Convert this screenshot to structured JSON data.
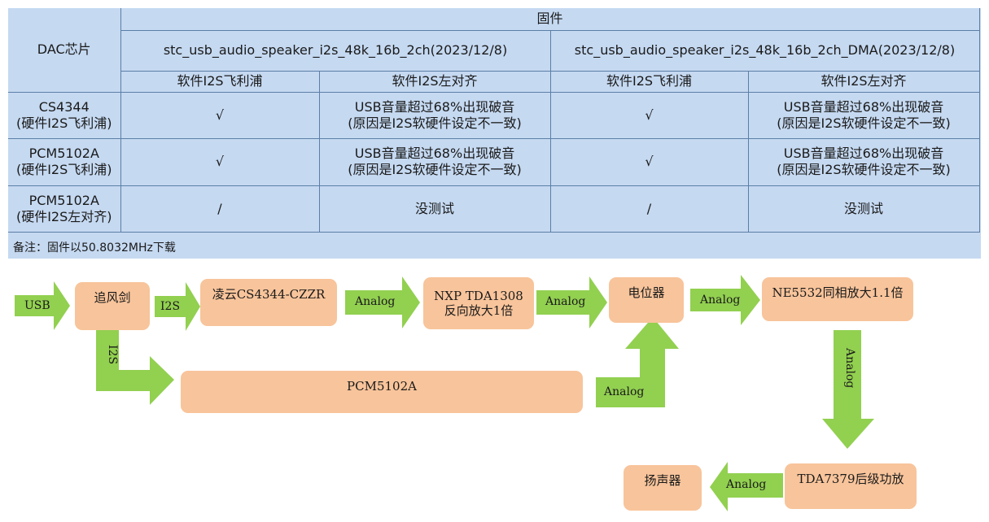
{
  "table": {
    "header": {
      "dac_label": "DAC芯片",
      "firmware_label": "固件",
      "fw1_name": "stc_usb_audio_speaker_i2s_48k_16b_2ch(2023/12/8)",
      "fw2_name": "stc_usb_audio_speaker_i2s_48k_16b_2ch_DMA(2023/12/8)",
      "sub1": "软件I2S飞利浦",
      "sub2": "软件I2S左对齐",
      "sub3": "软件I2S飞利浦",
      "sub4": "软件I2S左对齐"
    },
    "rows": [
      {
        "dac": "CS4344\n(硬件I2S飞利浦)",
        "c1": "√",
        "c2": "USB音量超过68%出现破音\n(原因是I2S软硬件设定不一致)",
        "c3": "√",
        "c4": "USB音量超过68%出现破音\n(原因是I2S软硬件设定不一致)"
      },
      {
        "dac": "PCM5102A\n(硬件I2S飞利浦)",
        "c1": "√",
        "c2": "USB音量超过68%出现破音\n(原因是I2S软硬件设定不一致)",
        "c3": "√",
        "c4": "USB音量超过68%出现破音\n(原因是I2S软硬件设定不一致)"
      },
      {
        "dac": "PCM5102A\n(硬件I2S左对齐)",
        "c1": "/",
        "c2": "没测试",
        "c3": "/",
        "c4": "没测试"
      }
    ],
    "note": "备注：固件以50.8032MHz下载"
  },
  "flow": {
    "colors": {
      "arrow": "#92d050",
      "box": "#f8c49b",
      "table_bg": "#c5d9f1"
    },
    "boxes": {
      "zhuifengjian": "追风剑",
      "lingyun": "凌云CS4344-CZZR",
      "tda1308": "NXP TDA1308\n反向放大1倍",
      "potentiometer": "电位器",
      "ne5532": "NE5532同相放大1.1倍",
      "pcm5102a": "PCM5102A",
      "tda7379": "TDA7379后级功放",
      "speaker": "扬声器"
    },
    "arrows": {
      "usb": "USB",
      "i2s_1": "I2S",
      "analog_1": "Analog",
      "analog_2": "Analog",
      "analog_3": "Analog",
      "i2s_2": "I2S",
      "analog_up": "Analog",
      "analog_down": "Analog",
      "analog_left": "Analog"
    }
  }
}
